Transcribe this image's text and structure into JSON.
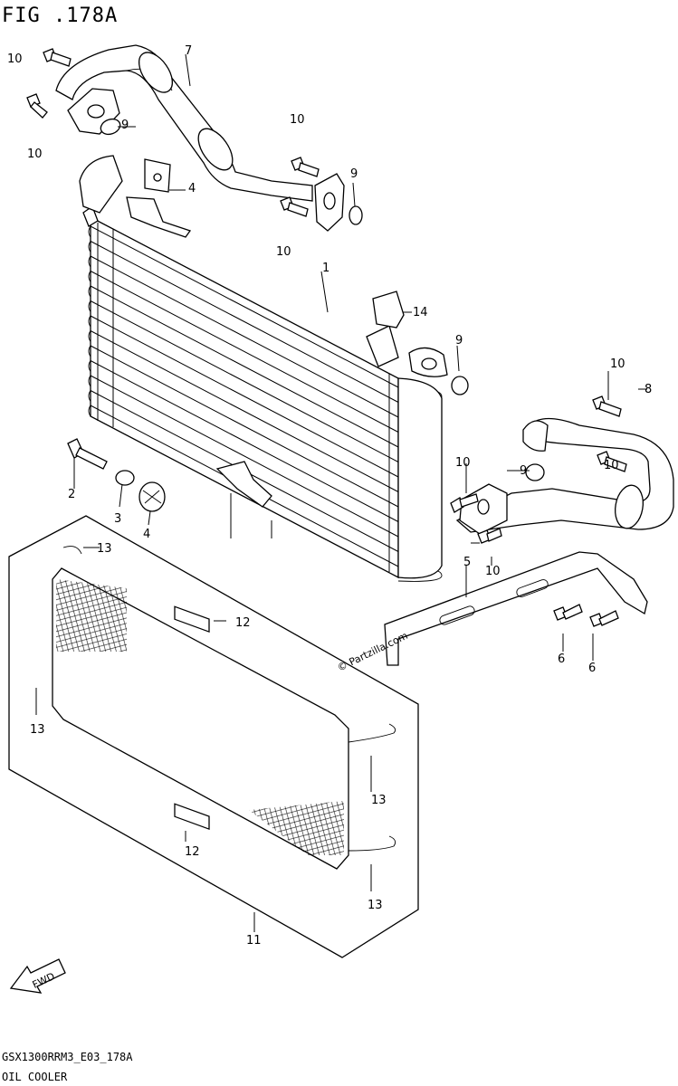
{
  "figure": {
    "title": "FIG .178A",
    "code": "GSX1300RRM3_E03_178A",
    "caption": "OIL COOLER",
    "watermark": "© Partzilla.com",
    "fwd_label": "FWD"
  },
  "callouts": [
    {
      "label": "1"
    },
    {
      "label": "2"
    },
    {
      "label": "3"
    },
    {
      "label": "4"
    },
    {
      "label": "4"
    },
    {
      "label": "5"
    },
    {
      "label": "6"
    },
    {
      "label": "6"
    },
    {
      "label": "7"
    },
    {
      "label": "8"
    },
    {
      "label": "9"
    },
    {
      "label": "9"
    },
    {
      "label": "9"
    },
    {
      "label": "9"
    },
    {
      "label": "10"
    },
    {
      "label": "10"
    },
    {
      "label": "10"
    },
    {
      "label": "10"
    },
    {
      "label": "10"
    },
    {
      "label": "10"
    },
    {
      "label": "10"
    },
    {
      "label": "10"
    },
    {
      "label": "11"
    },
    {
      "label": "12"
    },
    {
      "label": "12"
    },
    {
      "label": "13"
    },
    {
      "label": "13"
    },
    {
      "label": "13"
    },
    {
      "label": "13"
    },
    {
      "label": "14"
    }
  ]
}
